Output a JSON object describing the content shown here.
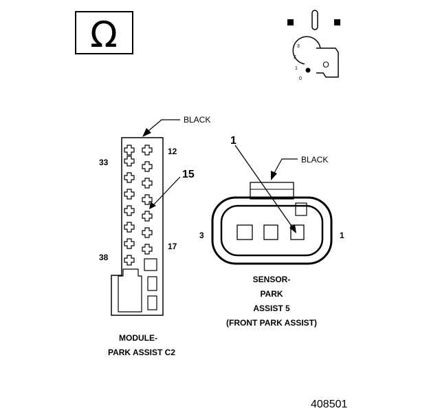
{
  "ohm_symbol": "Ω",
  "ignition": {
    "positions": [
      "3",
      "2",
      "1",
      "0"
    ],
    "key_letter": "O"
  },
  "module_connector": {
    "color_label": "BLACK",
    "pin_top_right": "12",
    "pin_top_left": "33",
    "pin_bottom_right": "17",
    "pin_bottom_left": "38",
    "callout_number": "15",
    "name_line1": "MODULE-",
    "name_line2": "PARK ASSIST C2"
  },
  "sensor_connector": {
    "color_label": "BLACK",
    "callout_number": "1",
    "pin_left": "3",
    "pin_right": "1",
    "name_line1": "SENSOR-",
    "name_line2": "PARK",
    "name_line3": "ASSIST 5",
    "name_line4": "(FRONT PARK ASSIST)"
  },
  "figure_id": "408501"
}
